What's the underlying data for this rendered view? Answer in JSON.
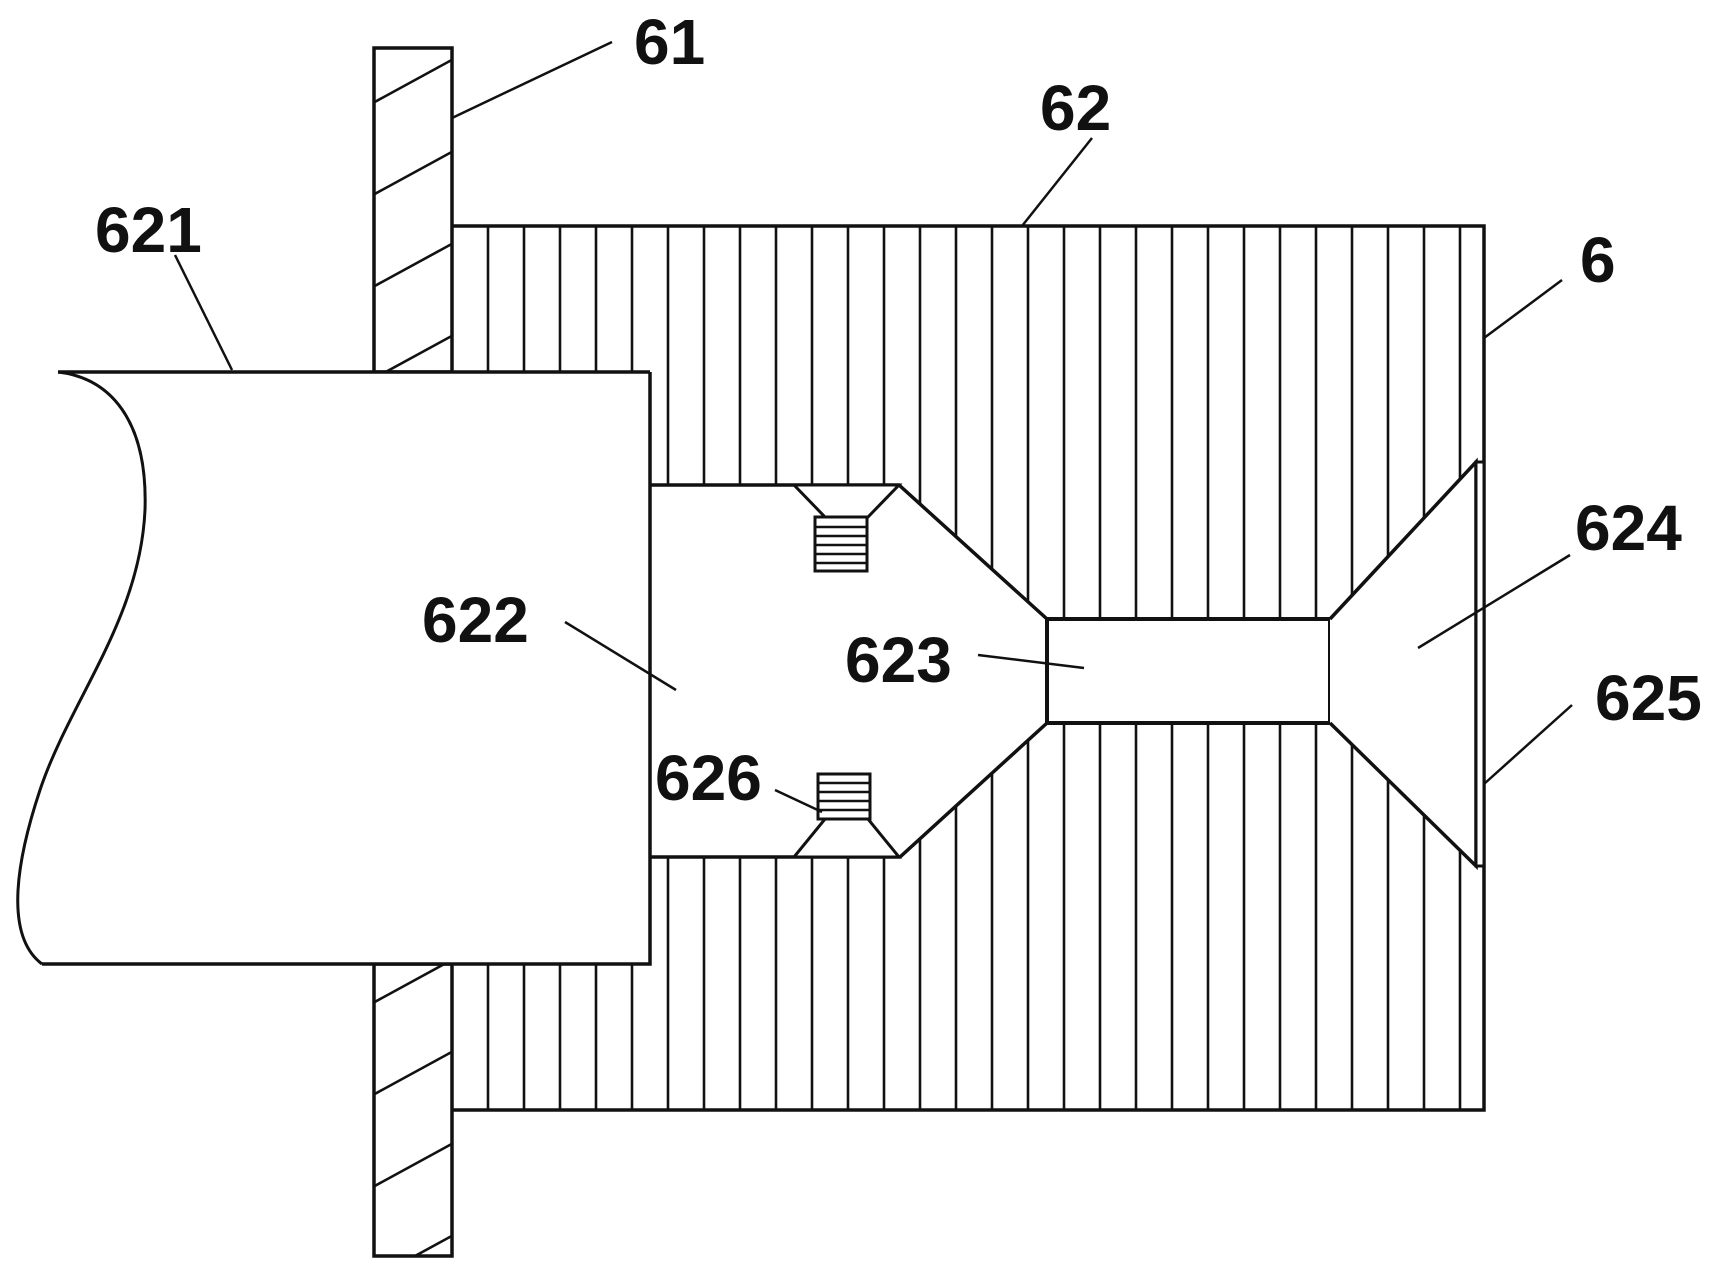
{
  "figure": {
    "colors": {
      "line": "#111111",
      "background": "#ffffff"
    },
    "labels": {
      "l61": "61",
      "l62": "62",
      "l6": "6",
      "l621": "621",
      "l622": "622",
      "l623": "623",
      "l624": "624",
      "l625": "625",
      "l626": "626"
    }
  }
}
